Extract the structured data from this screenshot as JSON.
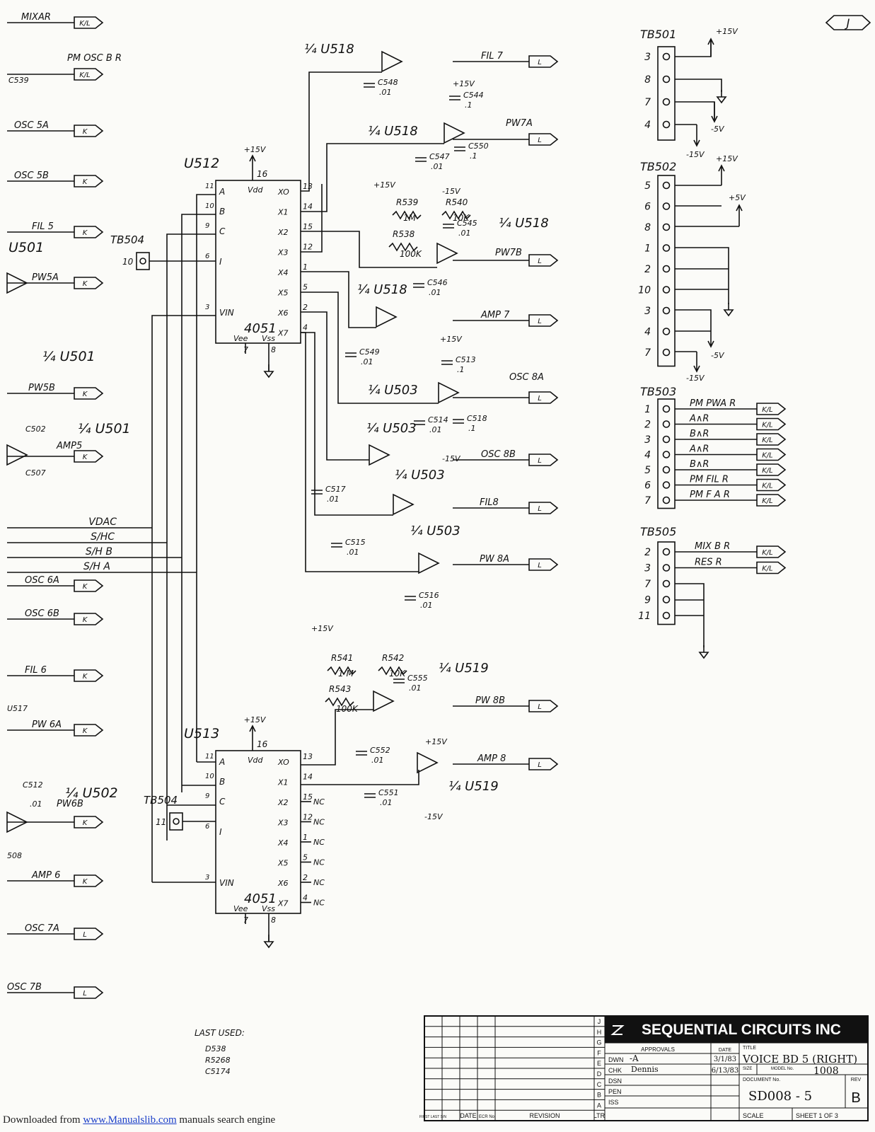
{
  "sheet": {
    "page_marker": "J",
    "last_used": {
      "heading": "LAST USED:",
      "items": [
        "D538",
        "R5268",
        "C5174"
      ]
    }
  },
  "left_signals": [
    "MIXAR",
    "PM OSC B R",
    "OSC 5A",
    "OSC 5B",
    "FIL 5",
    "PW5A",
    "PW5B",
    "AMP5",
    "OSC 6A",
    "OSC 6B",
    "FIL 6",
    "PW 6A",
    "PW6B",
    "AMP 6",
    "OSC 7A",
    "OSC 7B"
  ],
  "left_parts": [
    "U501",
    "¼ U501",
    "¼ U501",
    "¼ U502",
    "C539",
    "C502",
    "C507",
    "C512",
    ".01",
    "U517",
    "508"
  ],
  "buses": [
    "VDAC",
    "S/HC",
    "S/H B",
    "S/H A"
  ],
  "mux1": {
    "ref": "U512",
    "chip": "4051",
    "supply": "+15V",
    "vdd_pin": "16",
    "pins_left": [
      "A",
      "B",
      "C",
      "I",
      "VIN"
    ],
    "pin_nums_left": [
      "11",
      "10",
      "9",
      "6",
      "3"
    ],
    "pins_right": [
      "XO",
      "X1",
      "X2",
      "X3",
      "X4",
      "X5",
      "X6",
      "X7"
    ],
    "pin_nums_right": [
      "13",
      "14",
      "15",
      "12",
      "1",
      "5",
      "2",
      "4"
    ],
    "vdd": "Vdd",
    "vee": "Vee",
    "vss": "Vss",
    "vee_pin": "7",
    "vss_pin": "8",
    "tb": "TB504",
    "tb_pin": "10"
  },
  "mux2": {
    "ref": "U513",
    "chip": "4051",
    "supply": "+15V",
    "vdd_pin": "16",
    "pins_left": [
      "A",
      "B",
      "C",
      "I",
      "VIN"
    ],
    "pin_nums_left": [
      "11",
      "10",
      "9",
      "6",
      "3"
    ],
    "pins_right": [
      "XO",
      "X1",
      "X2",
      "X3",
      "X4",
      "X5",
      "X6",
      "X7"
    ],
    "pin_nums_right": [
      "13",
      "14",
      "15",
      "12",
      "1",
      "5",
      "2",
      "4"
    ],
    "vdd": "Vdd",
    "vee": "Vee",
    "vss": "Vss",
    "vee_pin": "7",
    "vss_pin": "8",
    "tb": "TB504",
    "tb_pin": "11",
    "nc": "NC"
  },
  "right_outputs": [
    "FIL 7",
    "PW7A",
    "PW7B",
    "AMP 7",
    "OSC 8A",
    "OSC 8B",
    "FIL8",
    "PW 8A",
    "PW 8B",
    "AMP 8"
  ],
  "opamp_labels": [
    "¼ U518",
    "¼ U518",
    "¼ U518",
    "¼ U518",
    "¼ U503",
    "¼ U503",
    "¼ U503",
    "¼ U503",
    "¼ U519",
    "¼ U519"
  ],
  "caps": [
    {
      "ref": "C548",
      "val": ".01"
    },
    {
      "ref": "C544",
      "val": ".1"
    },
    {
      "ref": "C547",
      "val": ".01"
    },
    {
      "ref": "C550",
      "val": ".1"
    },
    {
      "ref": "C545",
      "val": ".01"
    },
    {
      "ref": "C546",
      "val": ".01"
    },
    {
      "ref": "C549",
      "val": ".01"
    },
    {
      "ref": "C513",
      "val": ".1"
    },
    {
      "ref": "C514",
      "val": ".01"
    },
    {
      "ref": "C518",
      "val": ".1"
    },
    {
      "ref": "C517",
      "val": ".01"
    },
    {
      "ref": "C515",
      "val": ".01"
    },
    {
      "ref": "C516",
      "val": ".01"
    },
    {
      "ref": "C555",
      "val": ".01"
    },
    {
      "ref": "C552",
      "val": ".01"
    },
    {
      "ref": "C551",
      "val": ".01"
    }
  ],
  "resistors": [
    {
      "ref": "R539",
      "val": "1M"
    },
    {
      "ref": "R540",
      "val": "10K"
    },
    {
      "ref": "R538",
      "val": "100K"
    },
    {
      "ref": "R541",
      "val": "1 M"
    },
    {
      "ref": "R542",
      "val": "10K"
    },
    {
      "ref": "R543",
      "val": "100K"
    }
  ],
  "rails": {
    "pos": "+15V",
    "neg": "-15V",
    "pos5": "+5V",
    "neg5": "-5V"
  },
  "tb501": {
    "ref": "TB501",
    "pins": [
      "3",
      "8",
      "7",
      "4"
    ]
  },
  "tb502": {
    "ref": "TB502",
    "pins": [
      "5",
      "6",
      "8",
      "1",
      "2",
      "10",
      "3",
      "4",
      "7"
    ]
  },
  "tb503": {
    "ref": "TB503",
    "pins": [
      "1",
      "2",
      "3",
      "4",
      "5",
      "6",
      "7"
    ],
    "signals": [
      "PM PWA R",
      "A∧R",
      "B∧R",
      "A∧R",
      "B∧R",
      "PM FIL R",
      "PM F A R"
    ]
  },
  "tb505": {
    "ref": "TB505",
    "pins": [
      "2",
      "3",
      "7",
      "9",
      "11"
    ],
    "signals": [
      "MIX B R",
      "RES R"
    ]
  },
  "connectors": {
    "k": "K",
    "l": "L",
    "kl": "K/L"
  },
  "title_block": {
    "company": "SEQUENTIAL CIRCUITS INC",
    "approvals": "APPROVALS",
    "date_hdr": "DATE",
    "title_hdr": "TITLE",
    "rows": [
      "DWN",
      "CHK",
      "DSN",
      "PEN",
      "ISS"
    ],
    "dwn": "-A",
    "chk": "Dennis",
    "dwn_date": "3/1/83",
    "chk_date": "6/13/83",
    "title": "VOICE BD 5 (RIGHT)",
    "size_hdr": "SIZE",
    "model_hdr": "MODEL No.",
    "model": "1008",
    "doc_hdr": "DOCUMENT No.",
    "doc": "SD008 - 5",
    "rev_hdr": "REV",
    "rev": "B",
    "scale": "SCALE",
    "sheet": "SHEET 1 OF 3",
    "rev_letters": [
      "J",
      "H",
      "G",
      "F",
      "E",
      "D",
      "C",
      "B",
      "A",
      "LTR"
    ],
    "rev_cols": [
      "FIRST LAST S/N",
      "DATE",
      "ECR No",
      "REVISION"
    ]
  },
  "footer": {
    "prefix": "Downloaded from ",
    "link": "www.Manualslib.com",
    "suffix": " manuals search engine"
  }
}
